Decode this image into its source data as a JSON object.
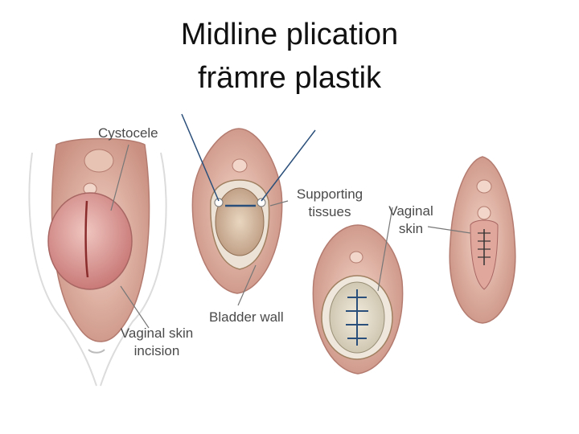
{
  "title": {
    "line1": "Midline plication",
    "line2": "främre plastik"
  },
  "labels": {
    "cystocele": "Cystocele",
    "vaginal_skin_incision_1": "Vaginal skin",
    "vaginal_skin_incision_2": "incision",
    "supporting_tissues_1": "Supporting",
    "supporting_tissues_2": "tissues",
    "bladder_wall": "Bladder wall",
    "vaginal_skin_1": "Vaginal",
    "vaginal_skin_2": "skin"
  },
  "colors": {
    "skin": "#e8bfb0",
    "skin_dark": "#c98f80",
    "tissue": "#d9b9a0",
    "bladder": "#d98f8f",
    "suture": "#2a4f7a",
    "leader": "#777777"
  }
}
